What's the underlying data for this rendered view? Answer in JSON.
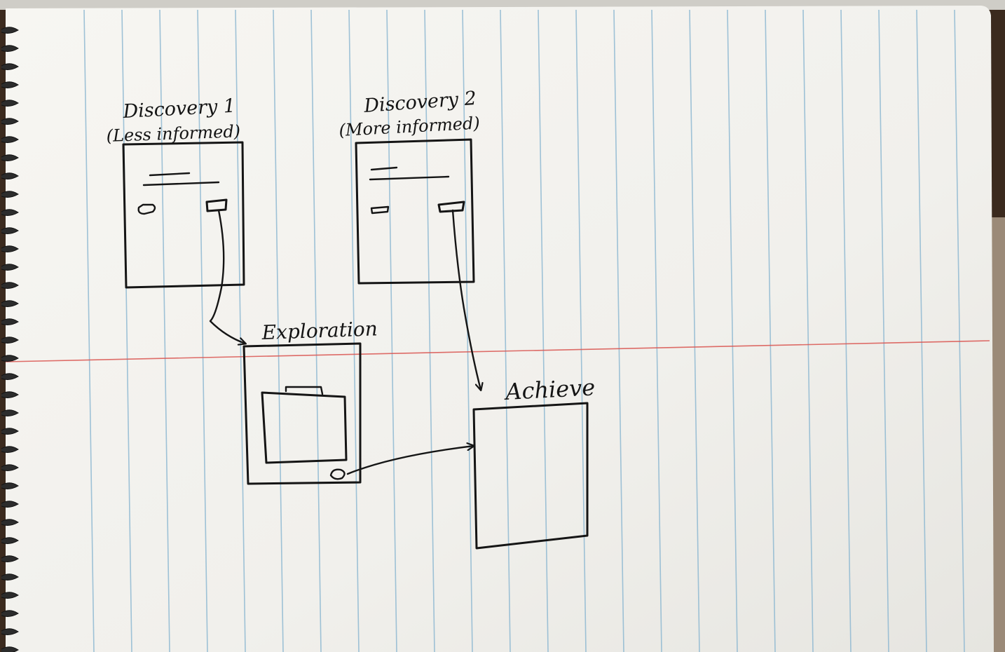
{
  "diagram": {
    "nodes": {
      "discovery1": {
        "title": "Discovery 1",
        "subtitle": "(Less informed)"
      },
      "discovery2": {
        "title": "Discovery 2",
        "subtitle": "(More informed)"
      },
      "exploration": {
        "title": "Exploration"
      },
      "achieve": {
        "title": "Achieve"
      }
    }
  },
  "colors": {
    "paper": "#f4f3ef",
    "rule_line": "#8fb9d2",
    "margin_line": "#d9534f",
    "ink": "#151515",
    "background": "#3b2a1e"
  }
}
